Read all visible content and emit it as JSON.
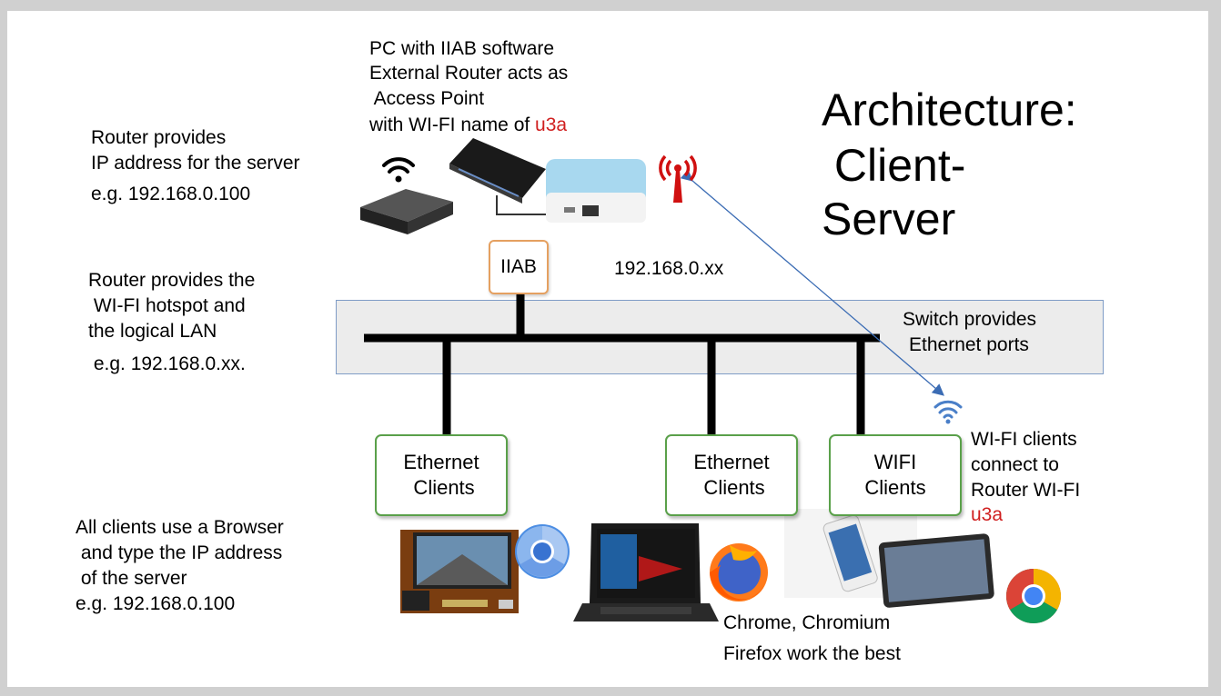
{
  "title": {
    "line1": "Architecture:",
    "line2": " Client-",
    "line3": "Server"
  },
  "pc_desc": {
    "line1": "PC with IIAB software",
    "line2": "External Router acts as",
    "line3": " Access Point",
    "line4_prefix": "with WI-FI name of ",
    "line4_red": "u3a"
  },
  "router_server": {
    "line1": "Router provides",
    "line2": "IP address for the server",
    "line3": "e.g. 192.168.0.100"
  },
  "router_lan": {
    "line1": "Router provides the",
    "line2": " WI-FI hotspot and",
    "line3": "the logical LAN",
    "line4": " e.g. 192.168.0.xx."
  },
  "iiab_label": "IIAB",
  "subnet_label": "192.168.0.xx",
  "switch": {
    "line1": "Switch provides",
    "line2": "Ethernet ports"
  },
  "client_boxes": [
    {
      "line1": "Ethernet",
      "line2": " Clients"
    },
    {
      "line1": "Ethernet",
      "line2": " Clients"
    },
    {
      "line1": "WIFI",
      "line2": "Clients"
    }
  ],
  "wifi_clients": {
    "line1": "WI-FI clients",
    "line2": "connect to",
    "line3": "Router WI-FI",
    "line4_red": "u3a"
  },
  "browser_note": {
    "line1": "All clients use a Browser",
    "line2": " and type the IP address",
    "line3": " of the server",
    "line4": "e.g. 192.168.0.100"
  },
  "browsers_best": {
    "line1": "Chrome, Chromium",
    "line2": "Firefox work the best"
  },
  "colors": {
    "accent_red": "#d02020",
    "box_border": "#5aa04a",
    "iiab_border": "#e5a060",
    "link_line": "#3b6cb4"
  },
  "icons": [
    "wifi-icon",
    "antenna-icon",
    "chromium-icon",
    "firefox-icon",
    "chrome-icon"
  ]
}
